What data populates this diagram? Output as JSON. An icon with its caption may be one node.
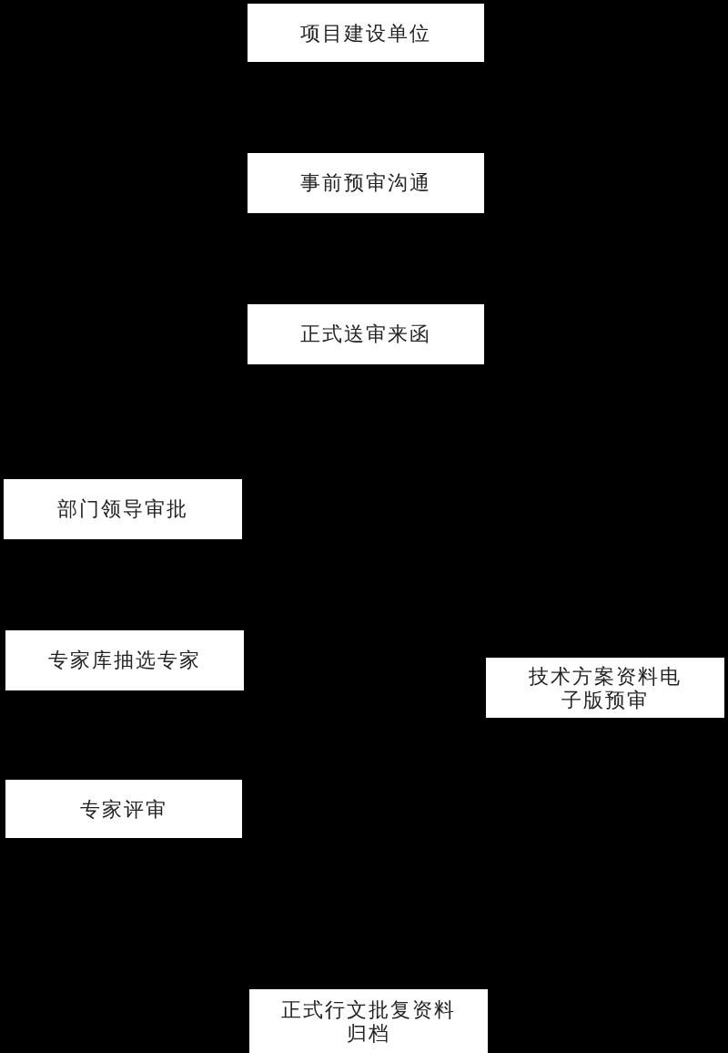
{
  "diagram": {
    "nodes": [
      {
        "text": [
          "项目建设单位"
        ]
      },
      {
        "text": [
          "事前预审沟通"
        ]
      },
      {
        "text": [
          "正式送审来函"
        ]
      },
      {
        "text": [
          "部门领导审批"
        ]
      },
      {
        "text": [
          "专家库抽选专家"
        ]
      },
      {
        "text": [
          "技术方案资料电子版预审"
        ]
      },
      {
        "text": [
          "专家评审"
        ]
      },
      {
        "text": [
          "正式行文批复资料归档"
        ]
      }
    ]
  }
}
